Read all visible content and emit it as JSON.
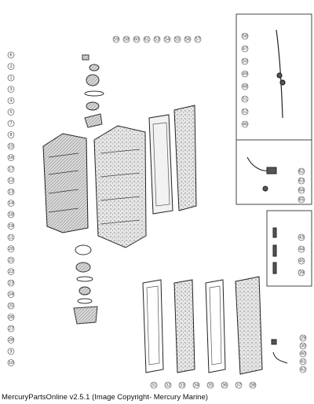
{
  "callouts_left": [
    "6",
    "2",
    "1",
    "3",
    "4",
    "5",
    "7",
    "8",
    "15",
    "16",
    "17",
    "12",
    "13",
    "14",
    "18",
    "19",
    "11",
    "20",
    "21",
    "22",
    "23",
    "24",
    "25",
    "26",
    "27",
    "28",
    "9",
    "10"
  ],
  "callouts_top": [
    "59",
    "58",
    "60",
    "61",
    "53",
    "54",
    "55",
    "56",
    "57"
  ],
  "callouts_right_upper": [
    "58",
    "47",
    "50",
    "49",
    "48",
    "51",
    "52",
    "46"
  ],
  "callouts_right_middle": [
    "62",
    "63",
    "64",
    "65"
  ],
  "callouts_right_lower": [
    "43",
    "44",
    "45",
    "39"
  ],
  "callouts_bottom": [
    "31",
    "32",
    "33",
    "34",
    "35",
    "36",
    "37",
    "38"
  ],
  "callouts_misc": [
    "29",
    "30",
    "40",
    "41",
    "42"
  ],
  "footer": {
    "caption": "MercuryPartsOnline v2.5.1 (Image Copyright- Mercury Marine)"
  }
}
